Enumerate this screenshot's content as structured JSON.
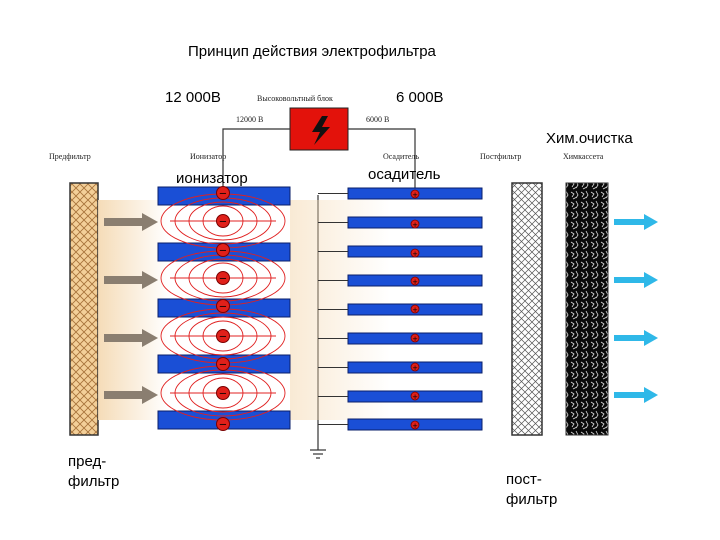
{
  "title": "Принцип действия электрофильтра",
  "voltage_left": "12 000В",
  "voltage_right": "6 000В",
  "hv_block_label": "Высоковольтный блок",
  "hv_block_v1": "12000 В",
  "hv_block_v2": "6000 В",
  "label_prefilter_small": "Предфильтр",
  "label_ionizer_small": "Ионизатор",
  "label_collector_small": "Осадитель",
  "label_postfilter_small": "Постфильтр",
  "label_chem_small": "Химкассета",
  "label_chem": "Хим.очистка",
  "label_ionizer": "ионизатор",
  "label_collector": "осадитель",
  "label_prefilter": [
    "пред-",
    "фильтр"
  ],
  "label_postfilter": [
    "пост-",
    "фильтр"
  ],
  "symbols": {
    "ionizer_charge": "−",
    "collector_charge": "+"
  },
  "colors": {
    "plate": "#1a4fd6",
    "hv_block": "#e3120b",
    "field_lines": "#e02020",
    "inflow_arrow": "#8a7e70",
    "outflow_arrow": "#2fb8e8",
    "prefilter": "#f0c890"
  }
}
